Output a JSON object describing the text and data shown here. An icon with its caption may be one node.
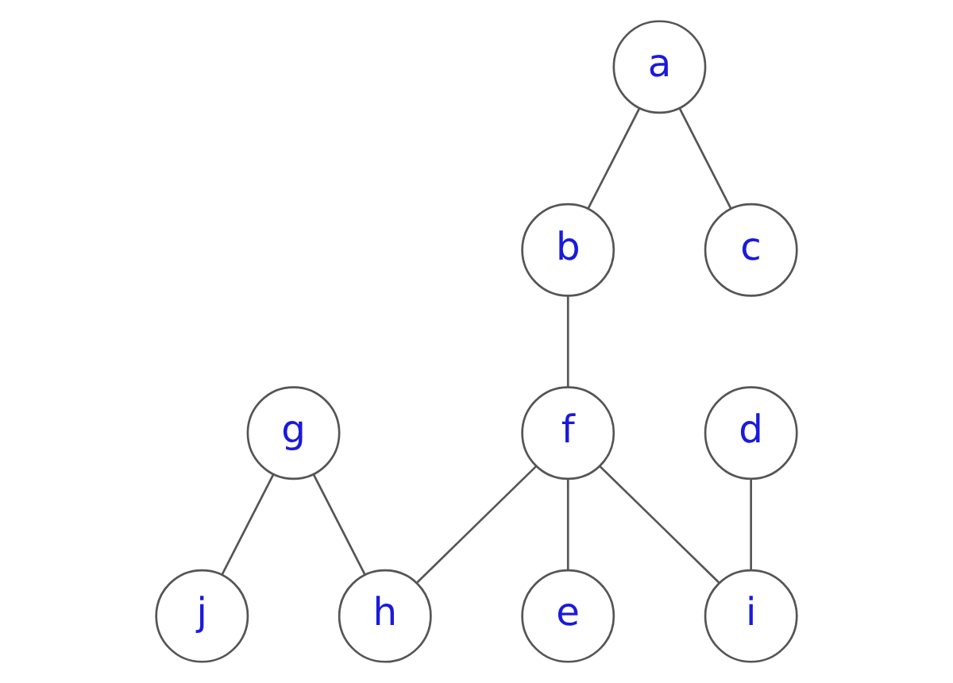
{
  "diagram": {
    "nodes": [
      {
        "text": [
          "b"
        ]
      },
      {
        "text": [
          "g"
        ]
      },
      {
        "text": [
          "a"
        ]
      },
      {
        "text": [
          "f"
        ]
      },
      {
        "text": [
          "e"
        ]
      },
      {
        "text": [
          "h"
        ]
      },
      {
        "text": [
          "c"
        ]
      },
      {
        "text": [
          "d"
        ]
      },
      {
        "text": [
          "j"
        ]
      },
      {
        "text": [
          "i"
        ]
      }
    ],
    "edges": [
      {
        "from": 2,
        "to": 0,
        "arrow": "none"
      },
      {
        "from": 0,
        "to": 3,
        "arrow": "none"
      },
      {
        "from": 2,
        "to": 6,
        "arrow": "none"
      },
      {
        "from": 3,
        "to": 4,
        "arrow": "none"
      },
      {
        "from": 3,
        "to": 5,
        "arrow": "none"
      },
      {
        "from": 3,
        "to": 9,
        "arrow": "none"
      },
      {
        "from": 1,
        "to": 5,
        "arrow": "none"
      },
      {
        "from": 1,
        "to": 8,
        "arrow": "none"
      },
      {
        "from": 7,
        "to": 9,
        "arrow": "none"
      }
    ]
  }
}
